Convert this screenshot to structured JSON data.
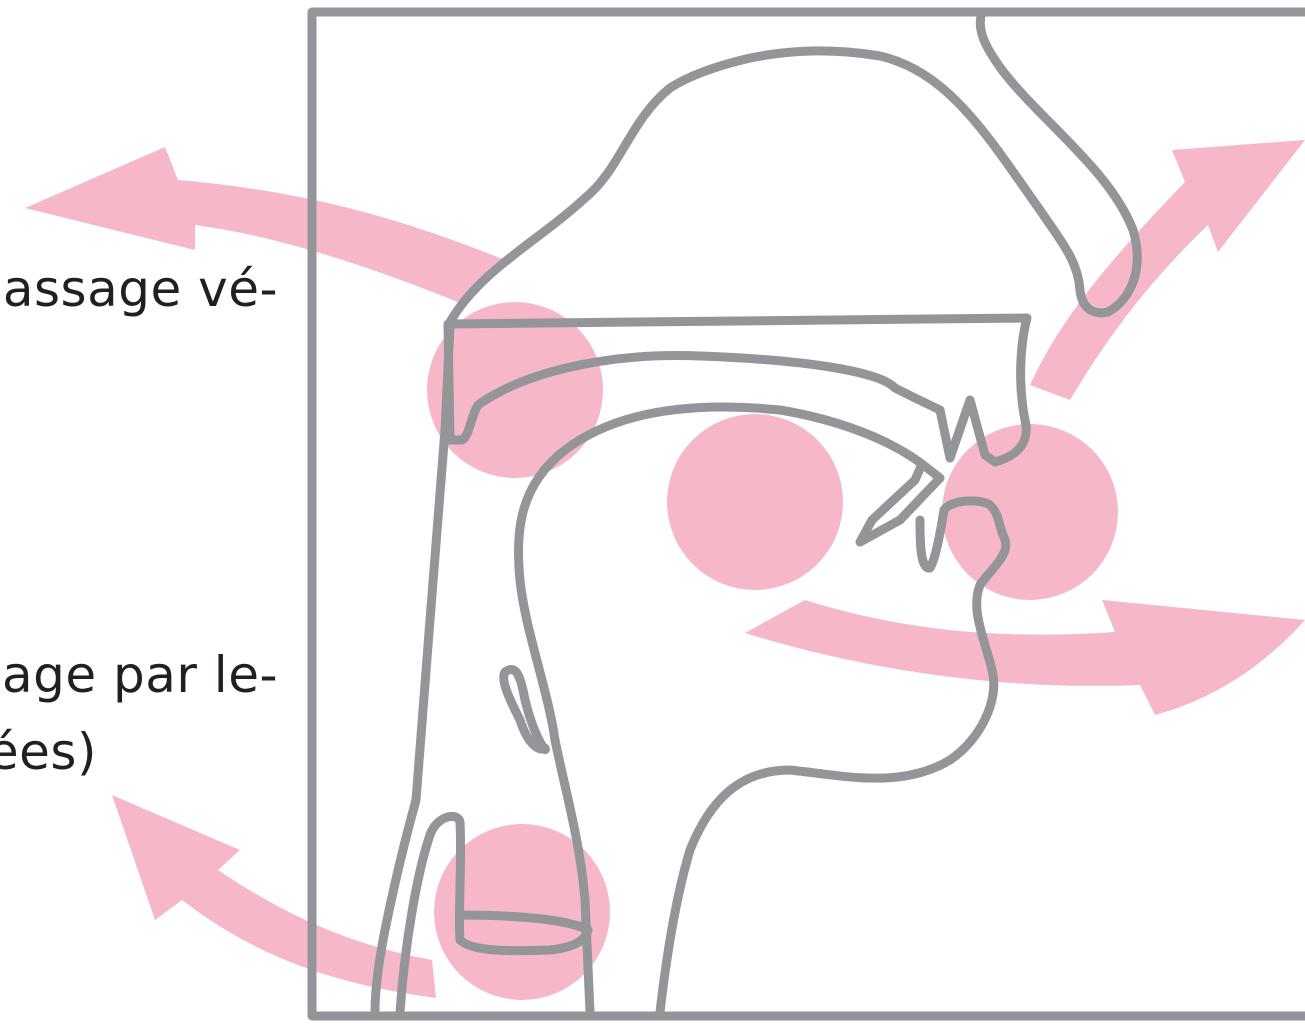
{
  "labels": {
    "nasal_passage": "passage vé-",
    "oral_passage_line1": "sage par le-",
    "oral_passage_line2": "ées)"
  },
  "colors": {
    "outline": "#939598",
    "airflow": "#f4a6bb",
    "text": "#231f20"
  },
  "icons": {
    "arrow": "double-headed curved arrow",
    "region": "filled circle"
  }
}
